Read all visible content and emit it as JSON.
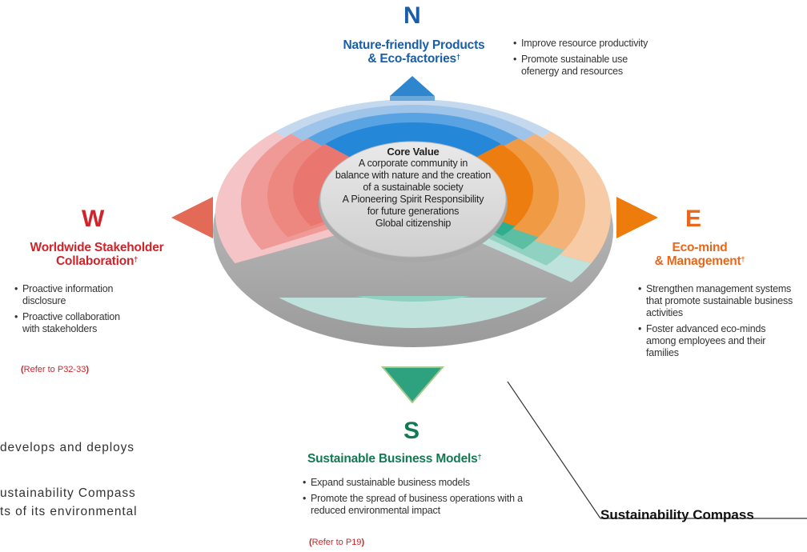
{
  "north": {
    "letter": "N",
    "title_line1": "Nature-friendly Products",
    "title_line2": "& Eco-factories",
    "dagger": "†",
    "bullets": [
      "Improve resource productivity",
      "Promote sustainable use ofenergy and resources"
    ],
    "color": "#1a5ea8"
  },
  "west": {
    "letter": "W",
    "title_line1": "Worldwide Stakeholder",
    "title_line2": "Collaboration",
    "dagger": "†",
    "bullets": [
      "Proactive information disclosure",
      "Proactive collaboration with stakeholders"
    ],
    "ref": {
      "open": "(",
      "text": "Refer to P32-33",
      "close": ")"
    },
    "color": "#d2232a"
  },
  "east": {
    "letter": "E",
    "title_line1": "Eco-mind",
    "title_line2": "& Management",
    "dagger": "†",
    "bullets": [
      "Strengthen management systems that promote sustainable business activities",
      "Foster advanced eco-minds among employees and their families"
    ],
    "color": "#e8671b"
  },
  "south": {
    "letter": "S",
    "title": "Sustainable Business Models",
    "dagger": "†",
    "bullets": [
      "Expand sustainable business models",
      "Promote the spread of business operations with a reduced environmental impact"
    ],
    "ref": {
      "open": "(",
      "text": "Refer to P19",
      "close": ")"
    },
    "color": "#117a52"
  },
  "core": {
    "title": "Core Value",
    "lines": [
      "A corporate community in",
      "balance with nature and the creation",
      "of a sustainable society",
      "A Pioneering Spirit Responsibility",
      "for future generations",
      "Global citizenship"
    ]
  },
  "body_text": [
    "develops and deploys",
    "ustainability Compass",
    "ts of its environmental"
  ],
  "caption": "Sustainability Compass"
}
